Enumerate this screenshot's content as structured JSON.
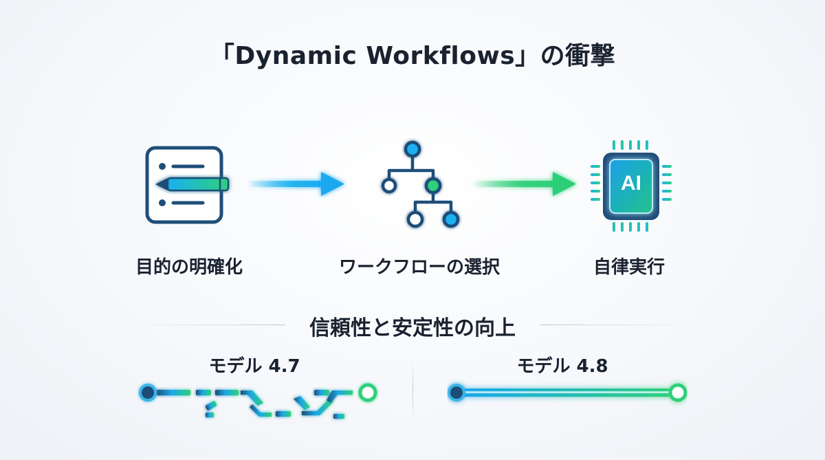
{
  "title": "「Dynamic Workflows」の衝撃",
  "steps": [
    {
      "label": "目的の明確化",
      "icon": "document-pencil-icon"
    },
    {
      "label": "ワークフローの選択",
      "icon": "workflow-tree-icon"
    },
    {
      "label": "自律実行",
      "icon": "ai-chip-icon"
    }
  ],
  "chip_text": "AI",
  "section_title": "信頼性と安定性の向上",
  "models": [
    {
      "label": "モデル 4.7",
      "line_style": "broken"
    },
    {
      "label": "モデル 4.8",
      "line_style": "solid"
    }
  ],
  "colors": {
    "navy": "#1e4e79",
    "blue": "#1ab0f0",
    "green": "#2fd07a",
    "text": "#1a2230"
  }
}
